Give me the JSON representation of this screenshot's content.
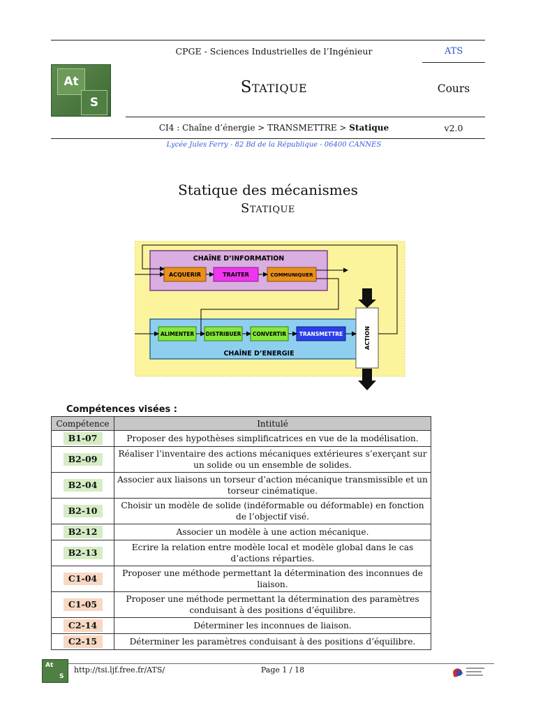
{
  "header": {
    "logo_top": "At",
    "logo_bottom": "S",
    "school": "CPGE - Sciences Industrielles de l’Ingénieur",
    "ats": "ATS",
    "title": "Statique",
    "doc_type": "Cours",
    "path_prefix": "CI4 : Chaîne d’énergie > TRANSMETTRE > ",
    "path_current": "Statique",
    "version": "v2.0",
    "address": "Lycée Jules Ferry - 82 Bd de la République - 06400 CANNES"
  },
  "main_title": "Statique des mécanismes",
  "sub_title": "Statique",
  "diagram": {
    "info_chain_label": "CHAÎNE D’INFORMATION",
    "energy_chain_label": "CHAÎNE D’ENERGIE",
    "info_blocks": [
      "ACQUERIR",
      "TRAITER",
      "COMMUNIQUER"
    ],
    "energy_blocks": [
      "ALIMENTER",
      "DISTRIBUER",
      "CONVERTIR",
      "TRANSMETTRE"
    ],
    "action_label": "ACTION",
    "colors": {
      "background": "#fbf49c",
      "info_chain": "#d9aee0",
      "energy_chain": "#8ecff0",
      "info_block": "#e8901c",
      "traiter_block": "#ee36ee",
      "energy_block": "#86e83a",
      "transmettre_block": "#2a3ee8"
    }
  },
  "competences": {
    "heading": "Compétences visées :",
    "columns": [
      "Compétence",
      "Intitulé"
    ],
    "rows": [
      {
        "code": "B1-07",
        "text": "Proposer des hypothèses simplificatrices en vue de la modélisation.",
        "color": "#d5ecc5"
      },
      {
        "code": "B2-09",
        "text": "Réaliser l’inventaire des actions mécaniques extérieures s’exerçant sur un solide ou un ensemble de solides.",
        "color": "#d5ecc5"
      },
      {
        "code": "B2-04",
        "text": "Associer aux liaisons un torseur d’action mécanique transmissible et un torseur cinématique.",
        "color": "#d5ecc5"
      },
      {
        "code": "B2-10",
        "text": "Choisir un modèle de solide (indéformable ou déformable) en fonction de l’objectif visé.",
        "color": "#d5ecc5"
      },
      {
        "code": "B2-12",
        "text": "Associer un modèle à une action mécanique.",
        "color": "#d5ecc5"
      },
      {
        "code": "B2-13",
        "text": "Ecrire la relation entre modèle local et modèle global dans le cas d’actions réparties.",
        "color": "#d5ecc5"
      },
      {
        "code": "C1-04",
        "text": "Proposer une méthode permettant la détermination des inconnues de liaison.",
        "color": "#f8d8c2"
      },
      {
        "code": "C1-05",
        "text": "Proposer une méthode permettant la détermination des paramètres conduisant à des positions d’équilibre.",
        "color": "#f8d8c2"
      },
      {
        "code": "C2-14",
        "text": "Déterminer les inconnues de liaison.",
        "color": "#f8d8c2"
      },
      {
        "code": "C2-15",
        "text": "Déterminer les paramètres conduisant à des positions d’équilibre.",
        "color": "#f8d8c2"
      }
    ]
  },
  "footer": {
    "logo_top": "At",
    "logo_bottom": "S",
    "url": "http://tsi.ljf.free.fr/ATS/",
    "page": "Page 1 / 18"
  }
}
